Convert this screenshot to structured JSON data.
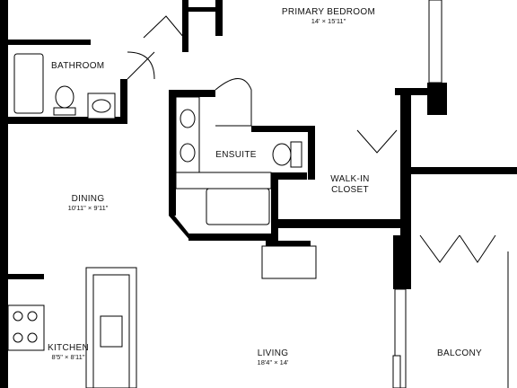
{
  "rooms": {
    "bathroom": {
      "name": "BATHROOM",
      "dims": ""
    },
    "primary": {
      "name": "PRIMARY BEDROOM",
      "dims": "14' × 15'11\""
    },
    "ensuite": {
      "name": "ENSUITE",
      "dims": ""
    },
    "walkin": {
      "name": "WALK-IN",
      "name2": "CLOSET"
    },
    "dining": {
      "name": "DINING",
      "dims": "10'11\" × 9'11\""
    },
    "kitchen": {
      "name": "KITCHEN",
      "dims": "8'5\" × 8'11\""
    },
    "living": {
      "name": "LIVING",
      "dims": "18'4\" × 14'"
    },
    "balcony": {
      "name": "BALCONY",
      "dims": ""
    }
  },
  "colors": {
    "wall": "#000000",
    "background": "#ffffff"
  }
}
